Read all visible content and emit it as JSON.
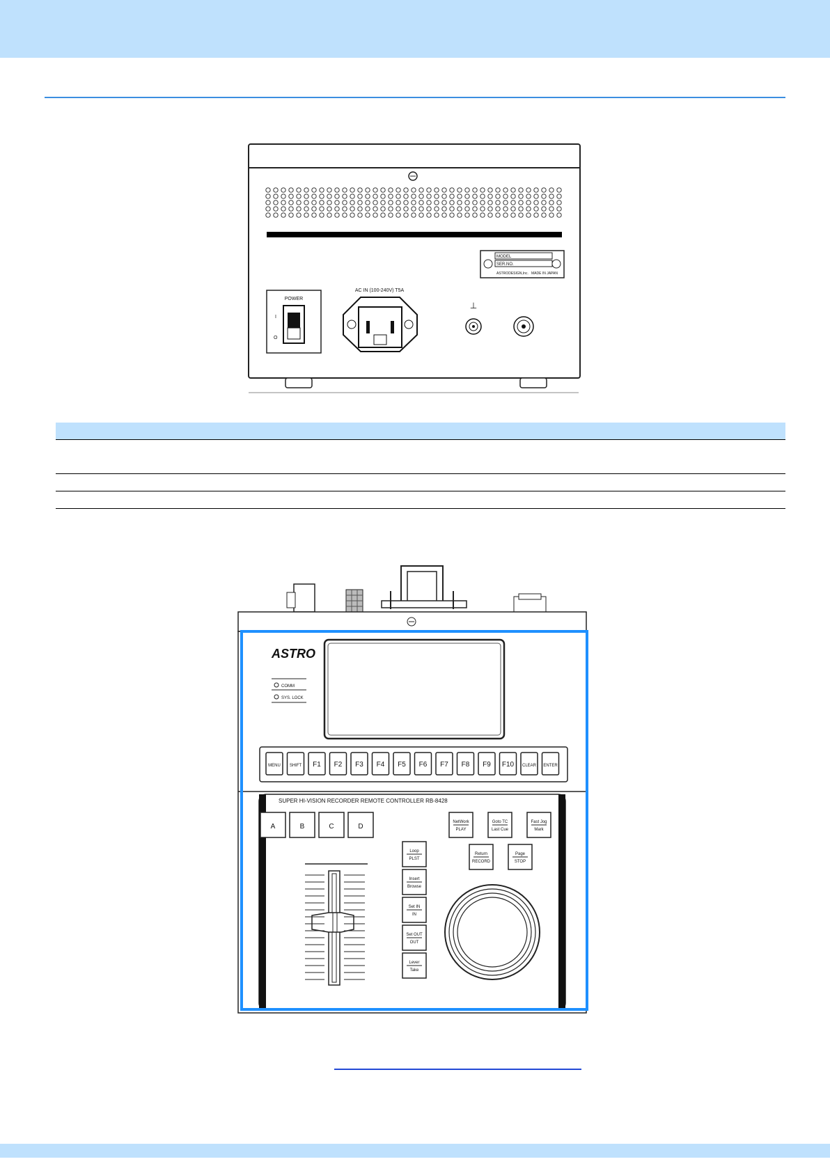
{
  "device_rear": {
    "power_label": "POWER",
    "switch_on": "I",
    "switch_off": "O",
    "ac_in_label": "AC IN (100-240V) T5A",
    "ground_symbol": "⊥",
    "nameplate": {
      "model": "MODEL",
      "serial": "SER.NO.",
      "maker": "ASTRODESIGN,Inc.",
      "origin": "MADE IN JAPAN"
    }
  },
  "spec_table": {
    "headers": [
      "",
      "",
      ""
    ],
    "rows": [
      [
        "",
        "",
        ""
      ],
      [
        "",
        "",
        ""
      ],
      [
        "",
        "",
        ""
      ]
    ]
  },
  "controller": {
    "logo": "ASTRO",
    "leds": [
      "COMM",
      "SYS. LOCK"
    ],
    "function_keys": [
      "MENU",
      "SHIFT",
      "F1",
      "F2",
      "F3",
      "F4",
      "F5",
      "F6",
      "F7",
      "F8",
      "F9",
      "F10",
      "CLEAR",
      "ENTER"
    ],
    "model_title": "SUPER HI-VISION RECORDER REMOTE CONTROLLER RB-8428",
    "abcd_keys": [
      "A",
      "B",
      "C",
      "D"
    ],
    "top_right_keys": [
      {
        "top": "NetWork",
        "bottom": "PLAY"
      },
      {
        "top": "Goto TC",
        "bottom": "Last Cue"
      },
      {
        "top": "Fast Jog",
        "bottom": "Mark"
      }
    ],
    "mid_keys": [
      {
        "top": "Return",
        "bottom": "RECORD"
      },
      {
        "top": "Page",
        "bottom": "STOP"
      }
    ],
    "column_keys": [
      {
        "top": "Loop",
        "bottom": "PLST"
      },
      {
        "top": "Insert",
        "bottom": "Browse"
      },
      {
        "top": "Set IN",
        "bottom": "IN"
      },
      {
        "top": "Set OUT",
        "bottom": "OUT"
      },
      {
        "top": "Lever",
        "bottom": "Take"
      }
    ]
  },
  "colors": {
    "header_band": "#bfe1fd",
    "header_rule": "#3b8ee0",
    "highlight_frame": "#1e90ff",
    "link_underline": "#2349d6"
  }
}
